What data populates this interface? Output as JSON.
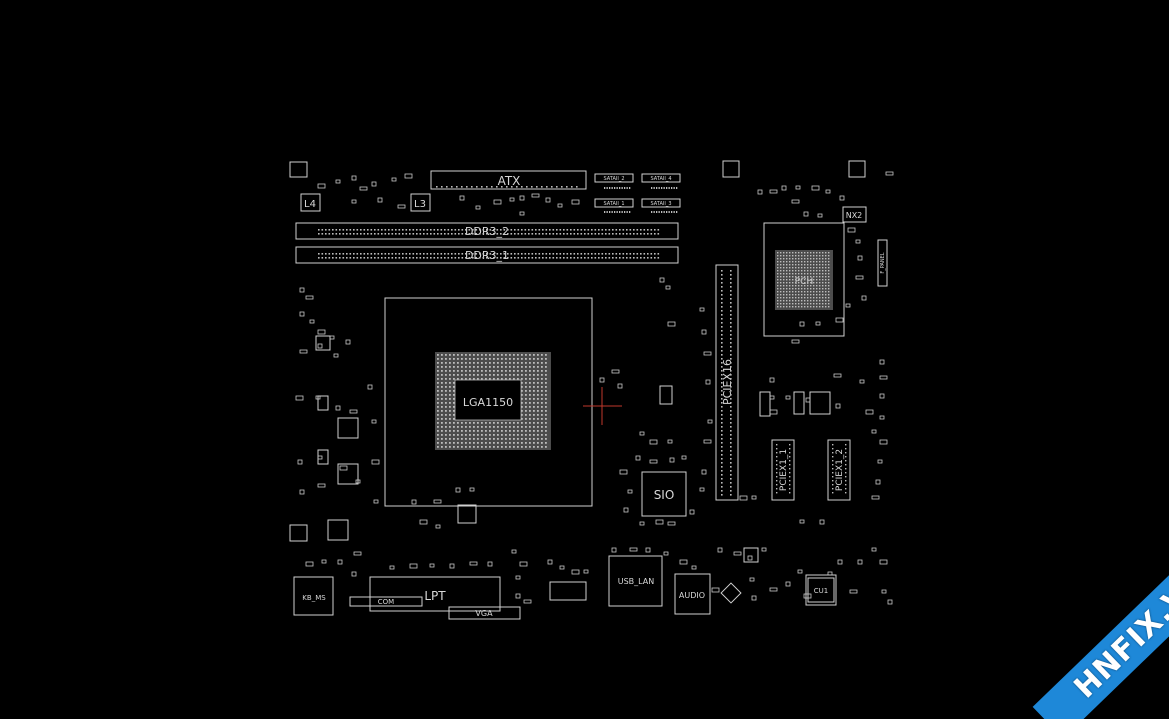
{
  "board": {
    "labels": {
      "atx": "ATX",
      "ddr3_2": "DDR3_2",
      "ddr3_1": "DDR3_1",
      "pciex16": "PCIEX16",
      "pciex1_1": "PCIEX1_1",
      "pciex1_2": "PCIEX1_2",
      "cpu_socket": "LGA1150",
      "sio": "SIO",
      "lpt": "LPT",
      "vga": "VGA",
      "com": "COM",
      "kb_ms": "KB_MS",
      "usb_lan": "USB_LAN",
      "audio": "AUDIO",
      "l4": "L4",
      "l3": "L3",
      "nx2": "NX2",
      "cu1": "CU1",
      "sata2_2": "SATAII_2",
      "sata2_4": "SATAII_4",
      "sata2_1": "SATAII_1",
      "sata2_3": "SATAII_3",
      "pch": "PCH",
      "f_panel": "F_PANEL"
    }
  },
  "watermark": {
    "text": "HNFIX.VN",
    "band_color": "#1e88d8",
    "text_color": "#ffffff"
  },
  "colors": {
    "background": "#000000",
    "outline": "#d0d0d0",
    "cursor": "#c0392b"
  }
}
